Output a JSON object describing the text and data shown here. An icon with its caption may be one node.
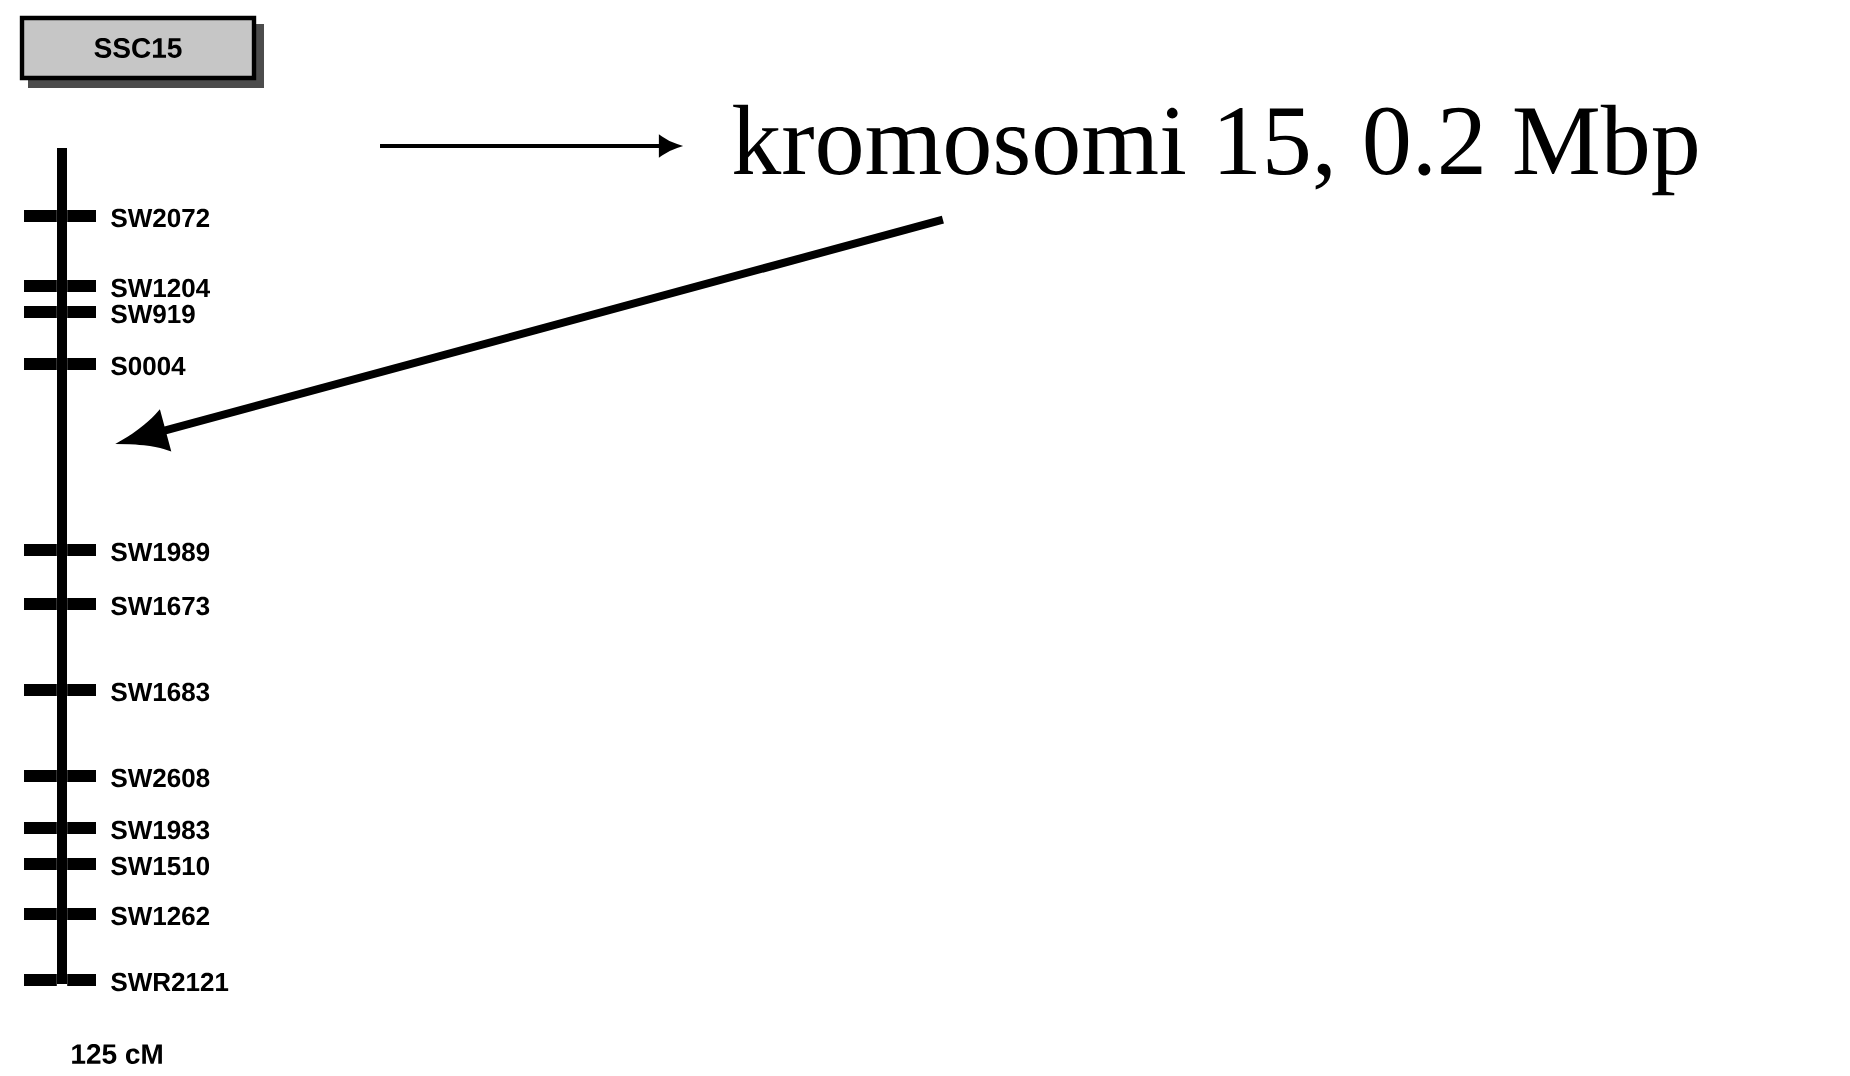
{
  "diagram": {
    "nodes": [
      {
        "text": [
          "SSC15"
        ]
      },
      {
        "text": [
          "kromosomi 15, 0.2 Mbp"
        ]
      },
      {
        "text": [],
        "shape": "bar"
      }
    ],
    "edges": [
      {
        "from": null,
        "to": 1,
        "arrow": "to"
      },
      {
        "from": 1,
        "to": 2,
        "arrow": "to",
        "style": "thick"
      }
    ],
    "labels": [
      "SW2072",
      "SW1204",
      "SW919",
      "S0004",
      "SW1989",
      "SW1673",
      "SW1683",
      "SW2608",
      "SW1983",
      "SW1510",
      "SW1262",
      "SWR2121",
      "125 cM"
    ]
  }
}
